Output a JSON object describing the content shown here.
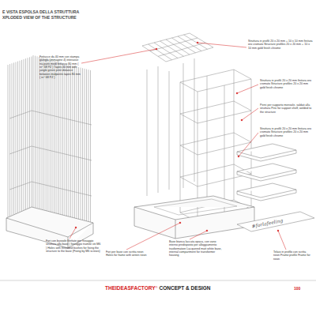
{
  "diagram": {
    "title": "E VISTA ESPOLSA DELLA STRUTTURA",
    "labels": [
      "XPLODED VIEW OF THE STRUCTURE",
      "Fettucce da 40 mm con stampa giungla (immagine 4) interasse tra punti medi fettucce 80 mm ( nr° 68 PZ ) Tapes 40 mm with jungle green print distance between midpoints tapes 80 mm ( nr° 68 PZ )",
      "Struttura in profili 20 x 20 mm + 10 x 10 mm finitura oro cromato Structure profiles 20 x 20 mm + 10 x 10 mm gold finish chrome",
      "Struttura in profili 20 x 20 mm finitura oro cromato Structure profiles 20 x 20 mm gold finish chrome",
      "Perni per supporto mensole, saldati alla struttura Pins for support shelf, welded to the structure",
      "Struttura in profili 20 x 20 mm finitura oro cromato Structure profiles 20 x 20 mm gold finish chrome",
      "#forlafeeling",
      "Fori con bussole filettate per fissaggio struttura alla base ( fissaggio tramite viti M6 ) Holes with threaded bushes for fixing the structure to the base (Fixing by M6 screws)",
      "Fori per base con scritta neon Holes for frame with writen neon",
      "Base bianca laccata opaca, con vano interno predisposto per alloggiamento trasformatore Lacquered matt white base, internal compartment for transformer housing",
      "Telaio in profilo con scritta neon Frame profile Frame for neon",
      "THEIDEASFACTORY",
      "©",
      "CONCEPT & DESIGN",
      "100"
    ]
  }
}
